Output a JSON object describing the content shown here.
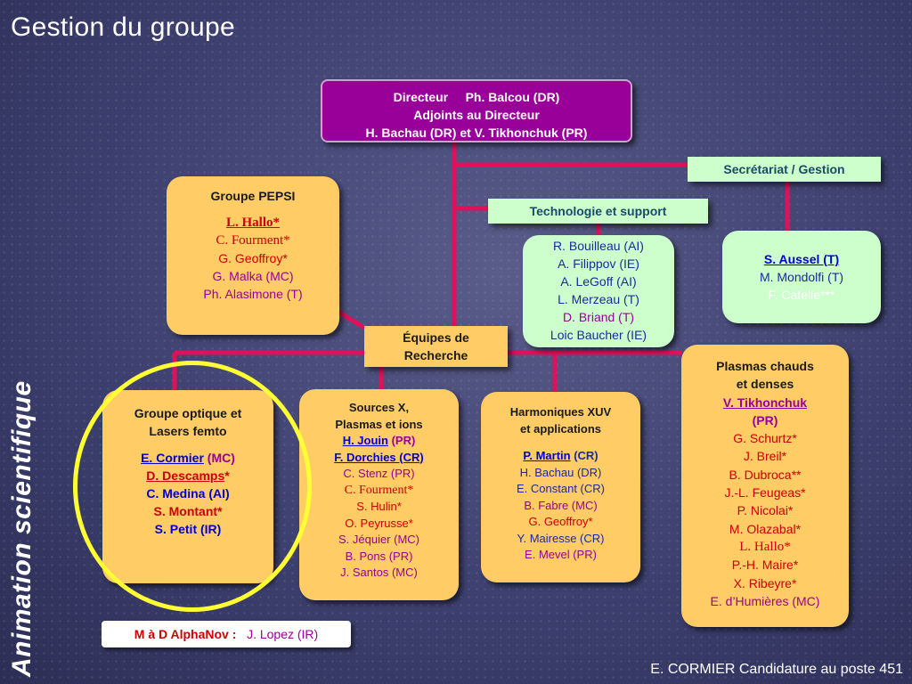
{
  "page": {
    "title": "Gestion du groupe",
    "side_label": "Animation scientifique",
    "footer": "E. CORMIER Candidature au poste 451"
  },
  "director": {
    "line1_label": "Directeur",
    "line1_name": "Ph. Balcou (DR)",
    "line2": "Adjoints au Directeur",
    "line3": "H. Bachau (DR) et V. Tikhonchuk (PR)"
  },
  "secretariat": {
    "label": "Secrétariat / Gestion",
    "members": [
      "S. Aussel (T)",
      "M. Mondolfi (T)",
      "F. Catelle***"
    ]
  },
  "technologie": {
    "label": "Technologie et support",
    "members": [
      "R. Bouilleau (AI)",
      "A. Filippov (IE)",
      "A. LeGoff (AI)",
      "L. Merzeau (T)",
      "D. Briand (T)",
      "Loic Baucher (IE)"
    ]
  },
  "pepsi": {
    "title": "Groupe PEPSI",
    "members": [
      "L. Hallo*",
      "C. Fourment*",
      "G. Geoffroy*",
      "G. Malka (MC)",
      "Ph. Alasimone (T)"
    ]
  },
  "equipes": {
    "label_1": "Équipes de",
    "label_2": "Recherche"
  },
  "optique": {
    "title_1": "Groupe optique et",
    "title_2": "Lasers femto",
    "members": [
      "E. Cormier (MC)",
      "D. Descamps*",
      "C. Medina (AI)",
      "S. Montant*",
      "S. Petit (IR)"
    ]
  },
  "sourcesx": {
    "title_1": "Sources X,",
    "title_2": "Plasmas et ions",
    "members": [
      "H. Jouin (PR)",
      "F. Dorchies (CR)",
      "C. Stenz (PR)",
      "C. Fourment*",
      "S. Hulin*",
      "O. Peyrusse*",
      "S. Jéquier (MC)",
      "B. Pons (PR)",
      "J. Santos (MC)"
    ]
  },
  "harmoniques": {
    "title_1": "Harmoniques XUV",
    "title_2": "et applications",
    "members": [
      "P. Martin (CR)",
      "H. Bachau (DR)",
      "E. Constant (CR)",
      "B. Fabre (MC)",
      "G. Geoffroy*",
      "Y. Mairesse (CR)",
      "E. Mevel (PR)"
    ]
  },
  "plasmas": {
    "title_1": "Plasmas chauds",
    "title_2": "et denses",
    "members": [
      "V. Tikhonchuk",
      "(PR)",
      "G. Schurtz*",
      "J. Breil*",
      "B. Dubroca**",
      "J.-L. Feugeas*",
      "P. Nicolai*",
      "M. Olazabal*",
      "L. Hallo*",
      "P.-H. Maire*",
      "X. Ribeyre*",
      "E. d’Humières (MC)"
    ]
  },
  "mad": {
    "label": "M à D AlphaNov :",
    "name": "J. Lopez (IR)"
  },
  "colors": {
    "connector": "#e0105a",
    "director_bg": "#990099",
    "box_orange": "#ffcc66",
    "box_green": "#ccffcc",
    "highlight_circle": "#ffff33"
  }
}
